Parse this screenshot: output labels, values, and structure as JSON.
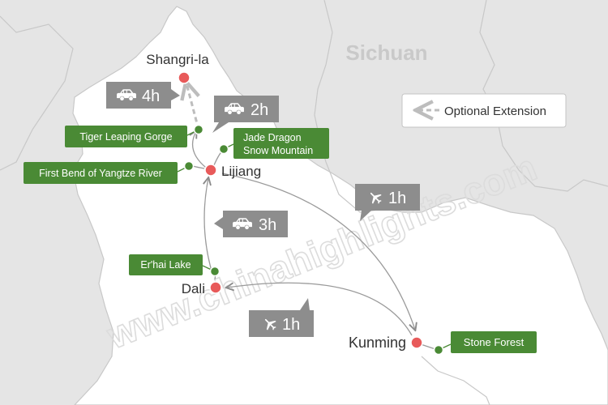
{
  "region_label": "Sichuan",
  "watermark": "www.chinahighlights.com",
  "legend": {
    "label": "Optional Extension"
  },
  "cities": [
    {
      "name": "Shangri-la"
    },
    {
      "name": "Lijiang"
    },
    {
      "name": "Dali"
    },
    {
      "name": "Kunming"
    }
  ],
  "attractions": [
    {
      "name": "Tiger Leaping Gorge"
    },
    {
      "name": "Jade Dragon",
      "name_line2": "Snow Mountain"
    },
    {
      "name": "First Bend of Yangtze River"
    },
    {
      "name": "Er'hai Lake"
    },
    {
      "name": "Stone Forest"
    }
  ],
  "routes": [
    {
      "mode": "car",
      "mode_icon": "car-icon",
      "duration": "4h",
      "optional": true
    },
    {
      "mode": "car",
      "mode_icon": "car-icon",
      "duration": "2h",
      "optional": false
    },
    {
      "mode": "car",
      "mode_icon": "car-icon",
      "duration": "3h",
      "optional": false
    },
    {
      "mode": "flight",
      "mode_icon": "airplane-icon",
      "duration": "1h",
      "optional": false
    },
    {
      "mode": "flight",
      "mode_icon": "airplane-icon",
      "duration": "1h",
      "optional": false
    }
  ],
  "colors": {
    "land_outside": "#e5e5e5",
    "land_yunnan": "#ffffff",
    "border": "#c8c8c8",
    "city_dot": "#e85a5a",
    "attraction_green": "#4a8a35",
    "badge_grey": "#8d8d8d",
    "route_line": "#9a9a9a",
    "optional_line": "#bdbdbd",
    "watermark": "#dcdcdc"
  }
}
